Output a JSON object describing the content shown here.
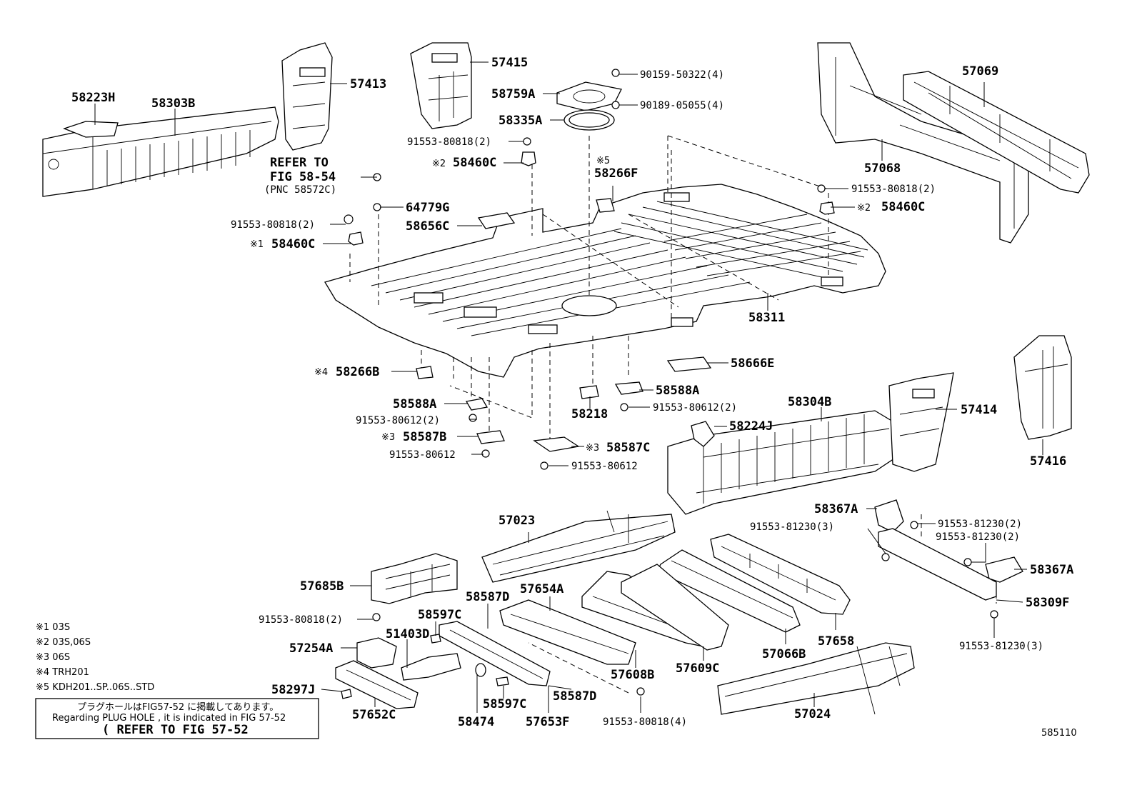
{
  "diagram_id": "585110",
  "part_labels": {
    "p58223H": "58223H",
    "p58303B": "58303B",
    "p57413": "57413",
    "p57415": "57415",
    "p58759A": "58759A",
    "p58335A": "58335A",
    "p90159": "90159-50322(4)",
    "p90189": "90189-05055(4)",
    "p57069": "57069",
    "p57068": "57068",
    "p91553_80818_2a": "91553-80818(2)",
    "p58460C_2a": "58460C",
    "p58266F": "58266F",
    "p91553_80818_2b": "91553-80818(2)",
    "p58460C_2b": "58460C",
    "p64779G": "64779G",
    "p91553_80818_2c": "91553-80818(2)",
    "p58460C_1": "58460C",
    "p58656C": "58656C",
    "p58311": "58311",
    "p58666E": "58666E",
    "p57416": "57416",
    "p58266B": "58266B",
    "p58588A_a": "58588A",
    "p58588A_b": "58588A",
    "p58218": "58218",
    "p91553_80612_2a": "91553-80612(2)",
    "p91553_80612_2b": "91553-80612(2)",
    "p58587B": "58587B",
    "p91553_80612_a": "91553-80612",
    "p58587C": "58587C",
    "p91553_80612_b": "91553-80612",
    "p58304B": "58304B",
    "p58224J": "58224J",
    "p57414": "57414",
    "p58367A_a": "58367A",
    "p91553_81230_2a": "91553-81230(2)",
    "p91553_81230_3a": "91553-81230(3)",
    "p91553_81230_2b": "91553-81230(2)",
    "p58367A_b": "58367A",
    "p58309F": "58309F",
    "p91553_81230_3b": "91553-81230(3)",
    "p57023": "57023",
    "p57685B": "57685B",
    "p58587D_a": "58587D",
    "p57654A": "57654A",
    "p58597C_a": "58597C",
    "p91553_80818_2d": "91553-80818(2)",
    "p51403D": "51403D",
    "p57254A": "57254A",
    "p57658": "57658",
    "p57066B": "57066B",
    "p57608B": "57608B",
    "p57609C": "57609C",
    "p58297J": "58297J",
    "p57652C": "57652C",
    "p58474": "58474",
    "p58597C_b": "58597C",
    "p57653F": "57653F",
    "p58587D_b": "58587D",
    "p91553_80818_4": "91553-80818(4)",
    "p57024": "57024"
  },
  "marks": {
    "m1": "※1",
    "m2": "※2",
    "m3": "※3",
    "m4": "※4",
    "m5": "※5"
  },
  "refer": {
    "line1": "REFER TO",
    "line2": "FIG 58-54",
    "line3": "(PNC 58572C)"
  },
  "legend": [
    "※1 03S",
    "※2 03S,06S",
    "※3 06S",
    "※4 TRH201",
    "※5 KDH201..SP..06S..STD"
  ],
  "note_box": {
    "jp": "プラグホールはFIG57-52 に掲載してあります。",
    "en": "Regarding PLUG HOLE , it is indicated in FIG 57-52",
    "ref": "( REFER TO FIG 57-52"
  }
}
